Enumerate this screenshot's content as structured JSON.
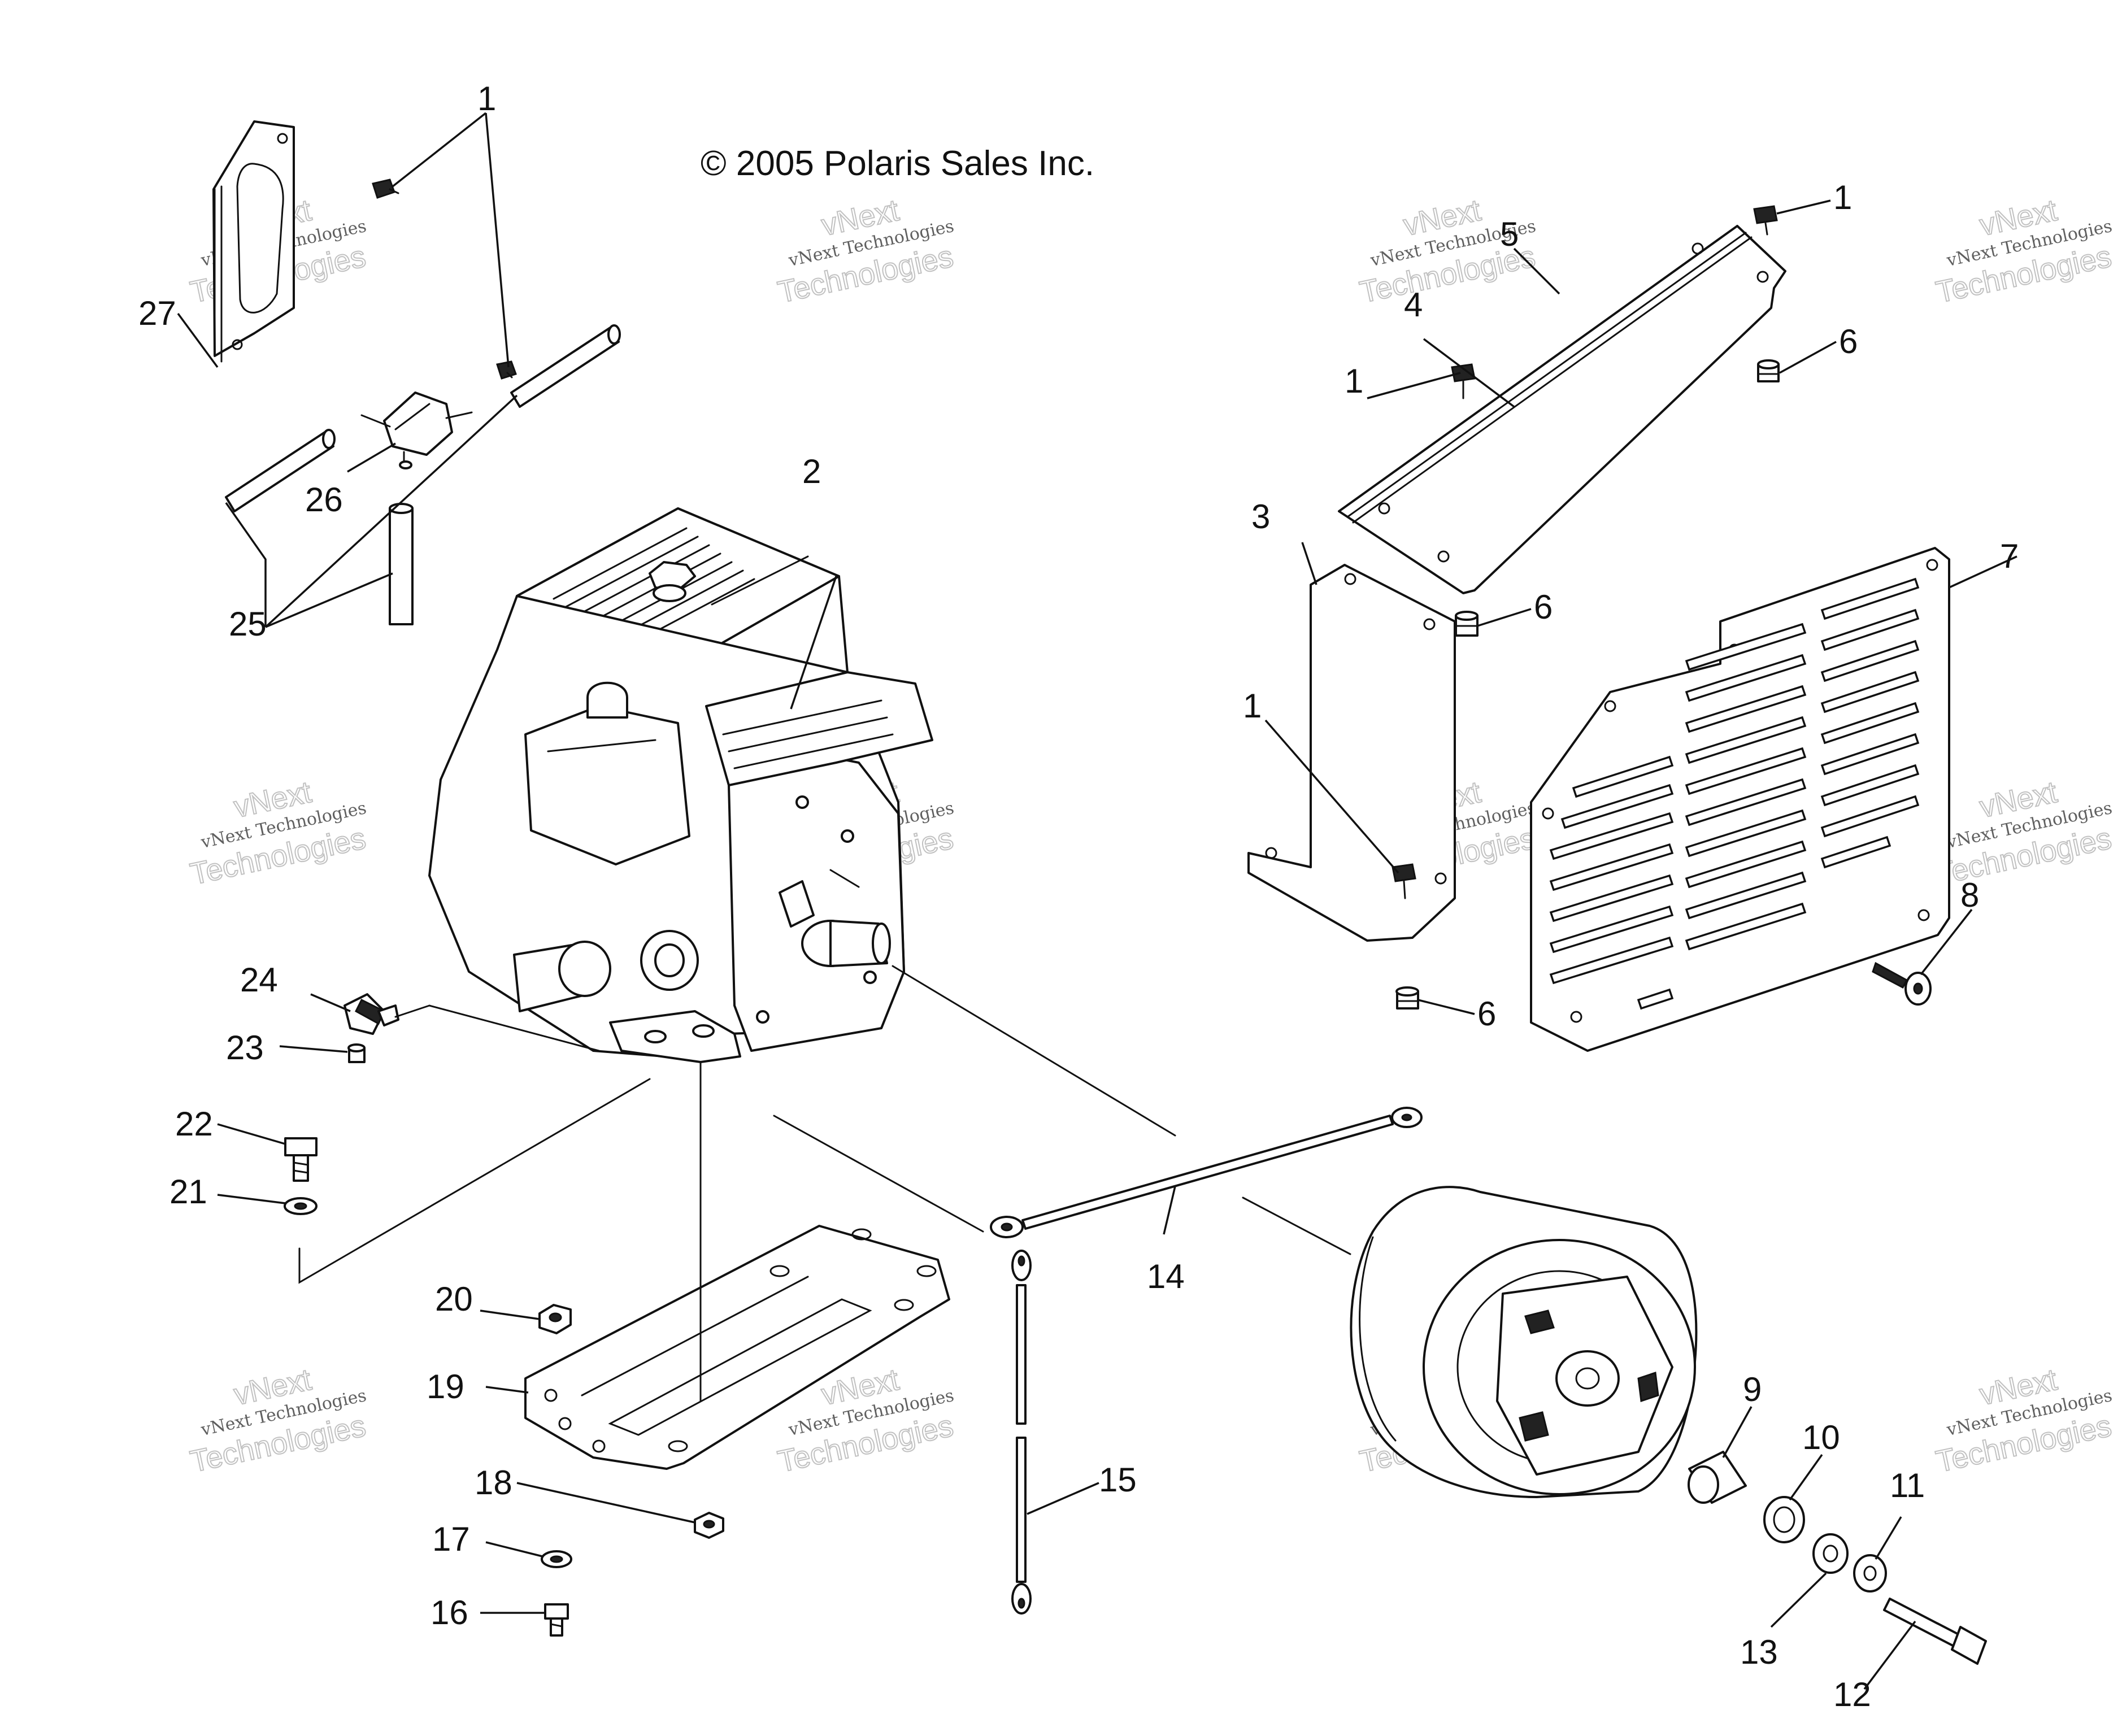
{
  "copyright": "© 2005 Polaris Sales Inc.",
  "watermark": {
    "line1": "vNext",
    "line2": "vNext Technologies",
    "line3": "Technologies"
  },
  "callouts": [
    "1",
    "1",
    "1",
    "1",
    "2",
    "3",
    "4",
    "5",
    "6",
    "6",
    "6",
    "7",
    "8",
    "9",
    "10",
    "11",
    "12",
    "13",
    "14",
    "15",
    "16",
    "17",
    "18",
    "19",
    "20",
    "21",
    "22",
    "23",
    "24",
    "25",
    "26",
    "27"
  ],
  "colors": {
    "ink": "#111111",
    "background": "#ffffff",
    "watermark": "#bbbbbb"
  }
}
